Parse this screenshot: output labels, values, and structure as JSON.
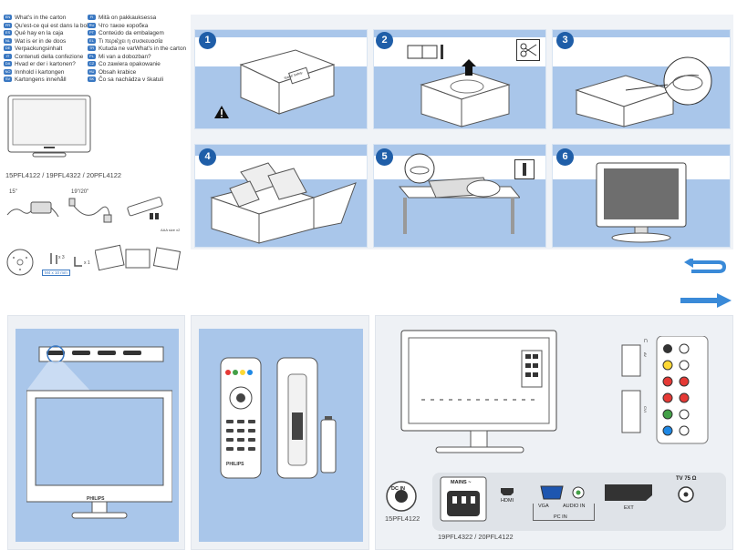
{
  "languages": [
    {
      "code": "EN",
      "text": "What's in the carton"
    },
    {
      "code": "FR",
      "text": "Qu'est-ce qui est dans la boîte"
    },
    {
      "code": "ES",
      "text": "Qué hay en la caja"
    },
    {
      "code": "NL",
      "text": "Wat is er in de doos"
    },
    {
      "code": "DE",
      "text": "Verpackungsinhalt"
    },
    {
      "code": "IT",
      "text": "Contenuti della confezione"
    },
    {
      "code": "DA",
      "text": "Hvad er der i kartonen?"
    },
    {
      "code": "NO",
      "text": "Innhold i kartongen"
    },
    {
      "code": "SV",
      "text": "Kartongens innehåll"
    },
    {
      "code": "FI",
      "text": "Mitä on pakkauksessa"
    },
    {
      "code": "RU",
      "text": "Что такое коробка"
    },
    {
      "code": "PT",
      "text": "Conteúdo da embalagem"
    },
    {
      "code": "EL",
      "text": "Τι περιέχει η συσκευασία"
    },
    {
      "code": "TR",
      "text": "Kutuda ne varWhat's in the carton"
    },
    {
      "code": "PL",
      "text": "Mi van a dobozban?"
    },
    {
      "code": "CZ",
      "text": "Co zawiera opakowanie"
    },
    {
      "code": "HU",
      "text": "Obsah krabice"
    },
    {
      "code": "SK",
      "text": "Čo sa nachádza v škatuli"
    }
  ],
  "carton": {
    "models": "15PFL4122 / 19PFL4322 / 20PFL4122",
    "size_15": "15\"",
    "size_19_20": "19\"/20\"",
    "screws_count": "x 3",
    "screw_size": "M4 x 10 mm",
    "key_count": "x 1",
    "aaa_label": "AAA size x2"
  },
  "steps": [
    "1",
    "2",
    "3",
    "4",
    "5",
    "6"
  ],
  "box_label": "Stand/ Safety",
  "tv_brand": "PHILIPS",
  "remote_brand": "PHILIPS",
  "connectors": {
    "dc_in": "DC IN",
    "model_15": "15PFL4122",
    "model_19_20": "19PFL4322 / 20PFL4122",
    "mains": "MAINS ~",
    "hdmi": "HDMI",
    "vga": "VGA",
    "audio_in": "AUDIO IN",
    "pc_in": "PC IN",
    "ext": "EXT",
    "tv_ant": "TV 75 Ω",
    "av": "AV",
    "cvi": "CVI",
    "headphone_icon": "headphone-icon"
  },
  "colors": {
    "accent": "#1f5ea8",
    "panel": "#a9c6ea",
    "arrow": "#3a8ad8"
  }
}
